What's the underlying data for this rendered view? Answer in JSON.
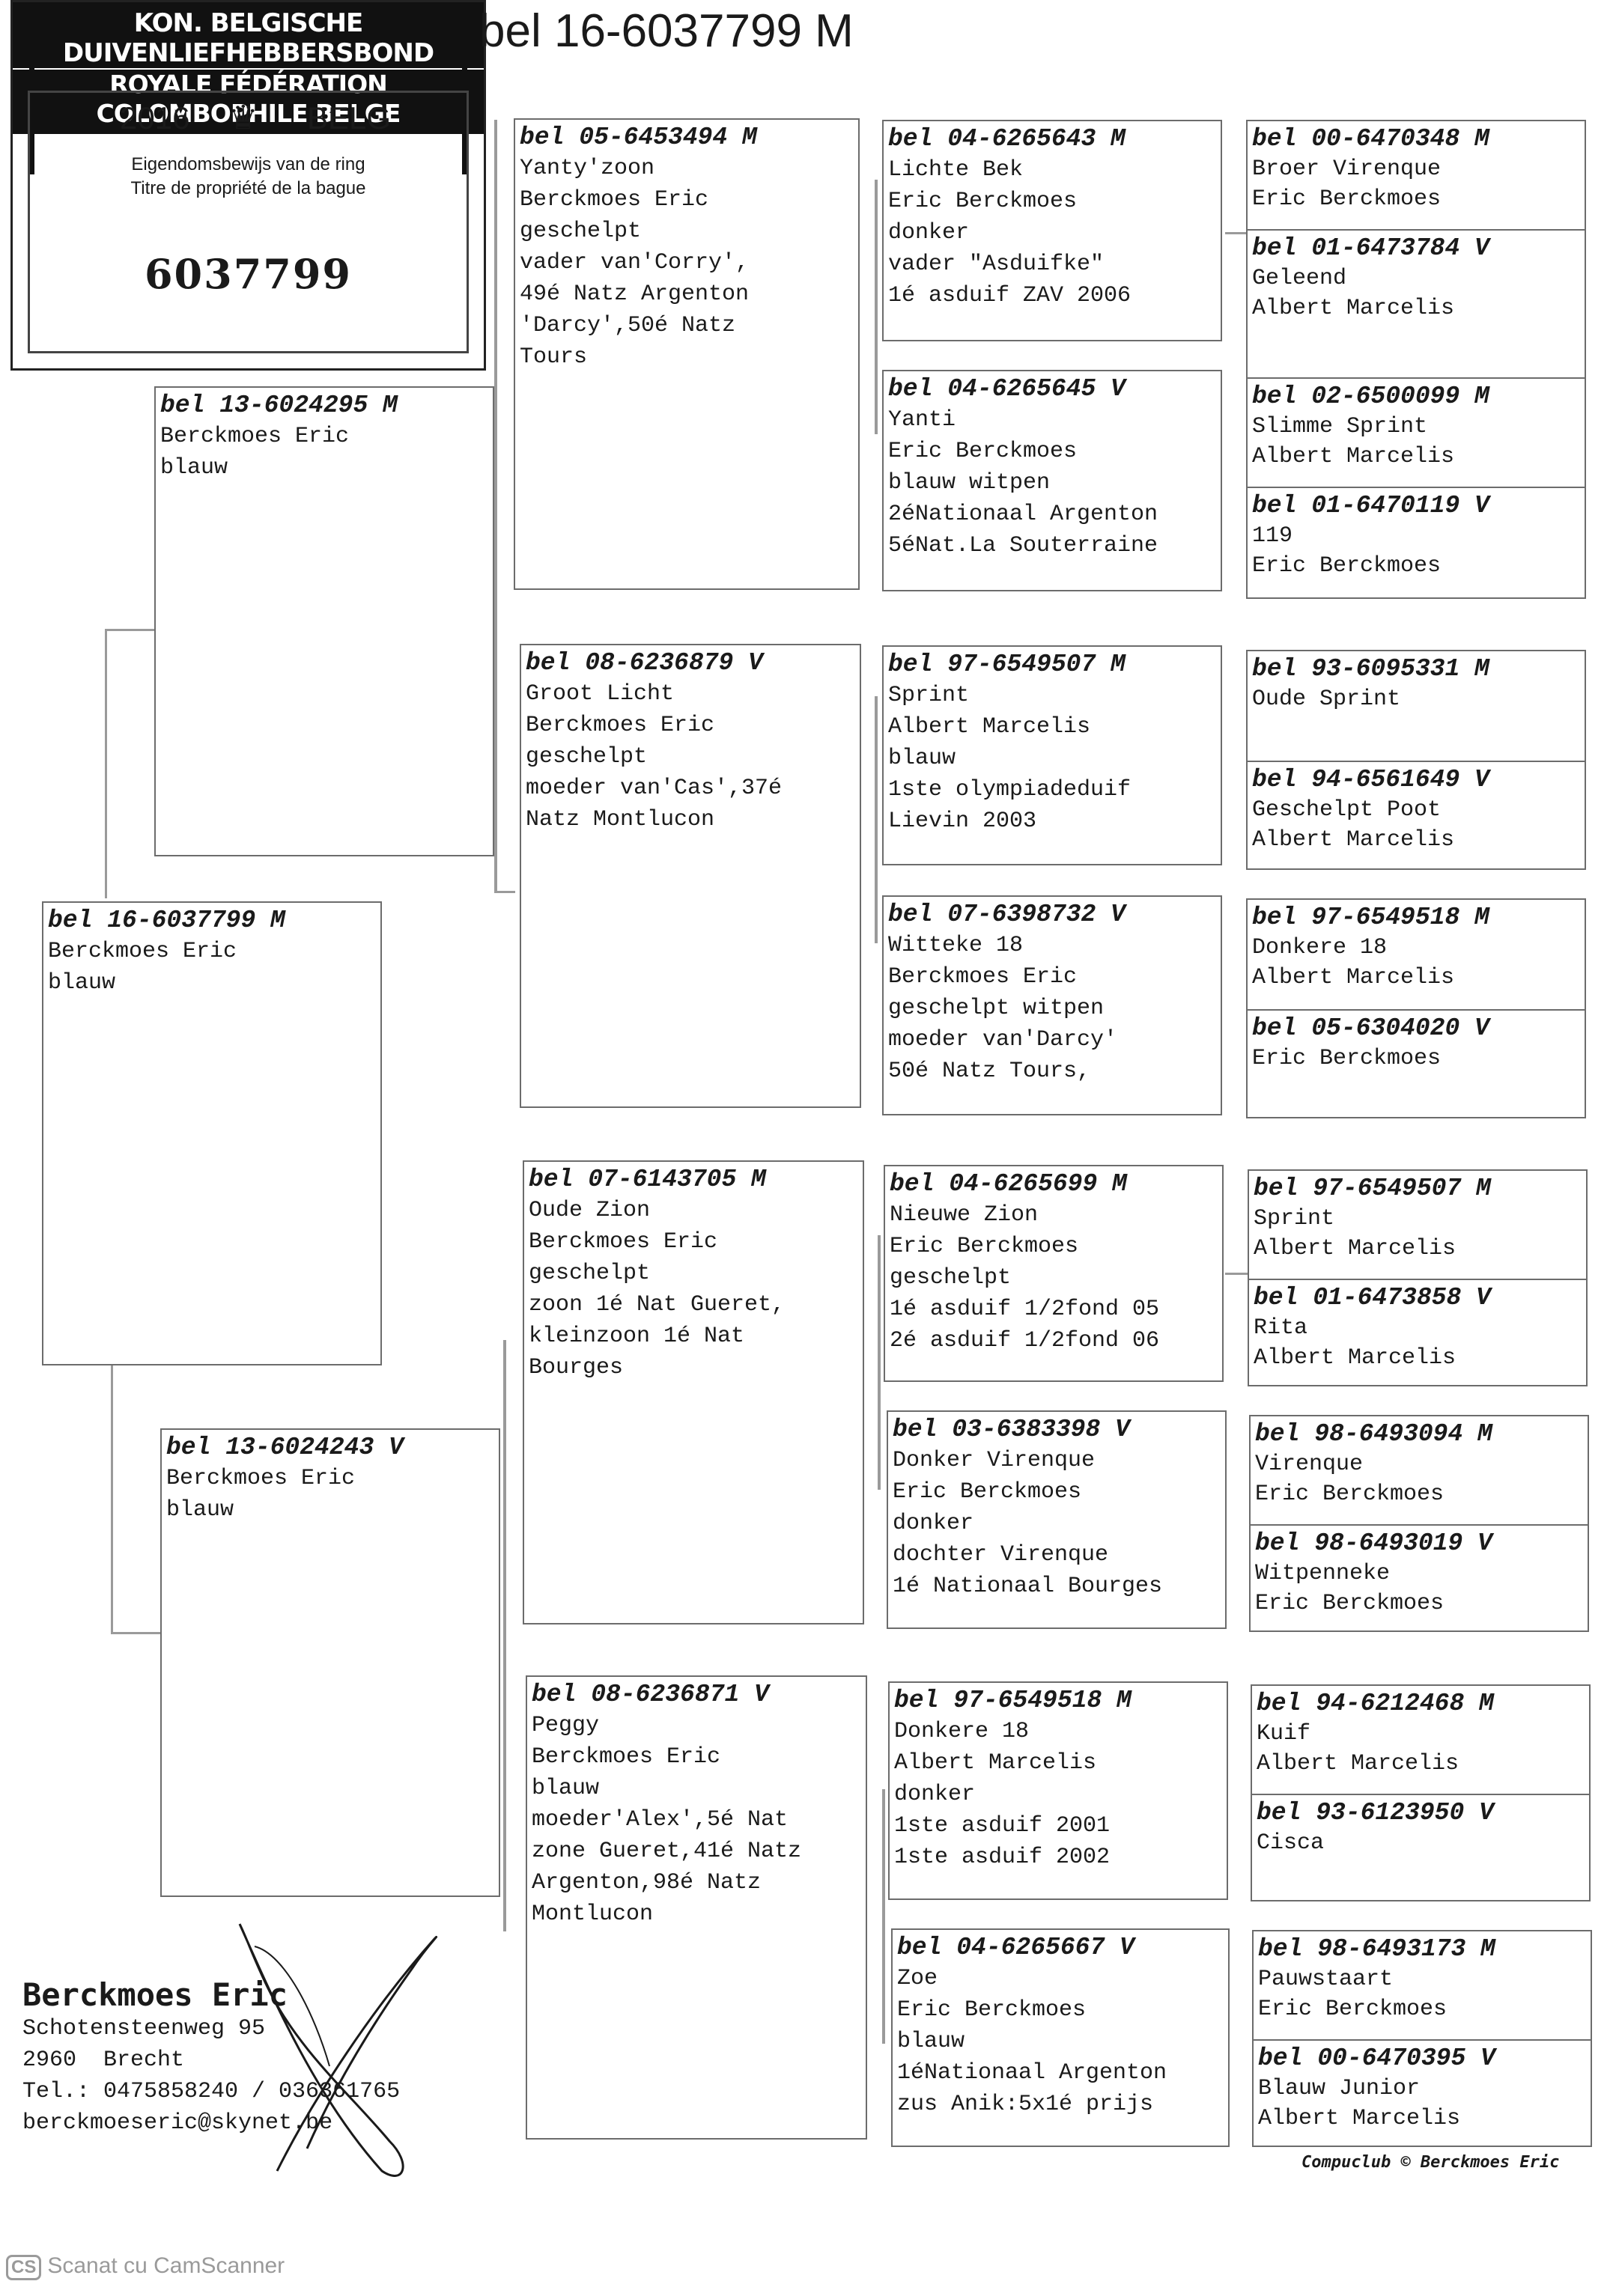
{
  "card": {
    "line1": "KON. BELGISCHE DUIVENLIEFHEBBERSBOND",
    "line2": "ROYALE FÉDÉRATION COLOMBOPHILE BELGE",
    "year": "2016",
    "country": "BELG",
    "label_nl": "Eigendomsbewijs van de ring",
    "label_fr": "Titre de propriété de la bague",
    "number": "6037799"
  },
  "title": "bel 16-6037799 M",
  "pedigree": [
    {
      "ring": "bel 16-6037799 M",
      "lines": [
        "",
        "Berckmoes Eric",
        "blauw"
      ]
    },
    {
      "ring": "bel 13-6024295 M",
      "lines": [
        "",
        "Berckmoes Eric",
        "blauw"
      ]
    },
    {
      "ring": "bel 13-6024243 V",
      "lines": [
        "",
        "Berckmoes Eric",
        "blauw"
      ]
    },
    {
      "ring": "bel 05-6453494 M",
      "lines": [
        "Yanty'zoon",
        "Berckmoes Eric",
        "geschelpt",
        "vader van'Corry',",
        "49é Natz Argenton",
        "'Darcy',50é Natz",
        "Tours"
      ]
    },
    {
      "ring": "bel 08-6236879 V",
      "lines": [
        "Groot Licht",
        "Berckmoes Eric",
        "geschelpt",
        "moeder van'Cas',37é",
        "Natz Montlucon"
      ]
    },
    {
      "ring": "bel 07-6143705 M",
      "lines": [
        "Oude Zion",
        "Berckmoes Eric",
        "geschelpt",
        "zoon 1é Nat Gueret,",
        "kleinzoon 1é Nat",
        "Bourges"
      ]
    },
    {
      "ring": "bel 08-6236871 V",
      "lines": [
        "Peggy",
        "Berckmoes Eric",
        "blauw",
        "moeder'Alex',5é Nat",
        "zone Gueret,41é Natz",
        "Argenton,98é Natz",
        "Montlucon"
      ]
    },
    {
      "ring": "bel 04-6265643 M",
      "lines": [
        "Lichte Bek",
        "Eric Berckmoes",
        "donker",
        "vader \"Asduifke\"",
        "1é asduif ZAV 2006"
      ]
    },
    {
      "ring": "bel 04-6265645 V",
      "lines": [
        "Yanti",
        "Eric Berckmoes",
        "blauw witpen",
        "2éNationaal Argenton",
        "5éNat.La Souterraine"
      ]
    },
    {
      "ring": "bel 97-6549507 M",
      "lines": [
        "Sprint",
        "Albert Marcelis",
        "blauw",
        "1ste olympiadeduif",
        "Lievin 2003"
      ]
    },
    {
      "ring": "bel 07-6398732 V",
      "lines": [
        "Witteke 18",
        "Berckmoes Eric",
        "geschelpt witpen",
        "moeder van'Darcy'",
        "50é Natz Tours,"
      ]
    },
    {
      "ring": "bel 04-6265699 M",
      "lines": [
        "Nieuwe Zion",
        "Eric Berckmoes",
        "geschelpt",
        "1é asduif 1/2fond 05",
        "2é asduif 1/2fond 06"
      ]
    },
    {
      "ring": "bel 03-6383398 V",
      "lines": [
        "Donker Virenque",
        "Eric Berckmoes",
        "donker",
        "dochter Virenque",
        "1é Nationaal Bourges"
      ]
    },
    {
      "ring": "bel 97-6549518 M",
      "lines": [
        "Donkere 18",
        "Albert Marcelis",
        "donker",
        "1ste asduif 2001",
        "1ste asduif 2002"
      ]
    },
    {
      "ring": "bel 04-6265667 V",
      "lines": [
        "Zoe",
        "Eric Berckmoes",
        "blauw",
        "1éNationaal Argenton",
        "zus Anik:5x1é prijs"
      ]
    },
    {
      "ring": "bel 00-6470348 M",
      "lines": [
        "Broer Virenque",
        "Eric Berckmoes"
      ]
    },
    {
      "ring": "bel 01-6473784 V",
      "lines": [
        "Geleend",
        "Albert Marcelis"
      ]
    },
    {
      "ring": "bel 02-6500099 M",
      "lines": [
        "Slimme Sprint",
        "Albert Marcelis"
      ]
    },
    {
      "ring": "bel 01-6470119 V",
      "lines": [
        "119",
        "Eric Berckmoes"
      ]
    },
    {
      "ring": "bel 93-6095331 M",
      "lines": [
        "Oude Sprint",
        ""
      ]
    },
    {
      "ring": "bel 94-6561649 V",
      "lines": [
        "Geschelpt Poot",
        "Albert Marcelis"
      ]
    },
    {
      "ring": "bel 97-6549518 M",
      "lines": [
        "Donkere 18",
        "Albert Marcelis"
      ]
    },
    {
      "ring": "bel 05-6304020 V",
      "lines": [
        "",
        "Eric Berckmoes"
      ]
    },
    {
      "ring": "bel 97-6549507 M",
      "lines": [
        "Sprint",
        "Albert Marcelis"
      ]
    },
    {
      "ring": "bel 01-6473858 V",
      "lines": [
        "Rita",
        "Albert Marcelis"
      ]
    },
    {
      "ring": "bel 98-6493094 M",
      "lines": [
        "Virenque",
        "Eric Berckmoes"
      ]
    },
    {
      "ring": "bel 98-6493019 V",
      "lines": [
        "Witpenneke",
        "Eric Berckmoes"
      ]
    },
    {
      "ring": "bel 94-6212468 M",
      "lines": [
        "Kuif",
        "Albert Marcelis"
      ]
    },
    {
      "ring": "bel 93-6123950 V",
      "lines": [
        "Cisca",
        ""
      ]
    },
    {
      "ring": "bel 98-6493173 M",
      "lines": [
        "Pauwstaart",
        "Eric Berckmoes"
      ]
    },
    {
      "ring": "bel 00-6470395 V",
      "lines": [
        "Blauw Junior",
        "Albert Marcelis"
      ]
    }
  ],
  "address": {
    "name": "Berckmoes Eric",
    "street": "Schotensteenweg 95",
    "city": "2960  Brecht",
    "tel": "Tel.: 0475858240 / 036361765",
    "email": "berckmoeseric@skynet.be"
  },
  "footer": "Compuclub © Berckmoes Eric",
  "scanner": {
    "badge": "CS",
    "text": "Scanat cu CamScanner"
  }
}
